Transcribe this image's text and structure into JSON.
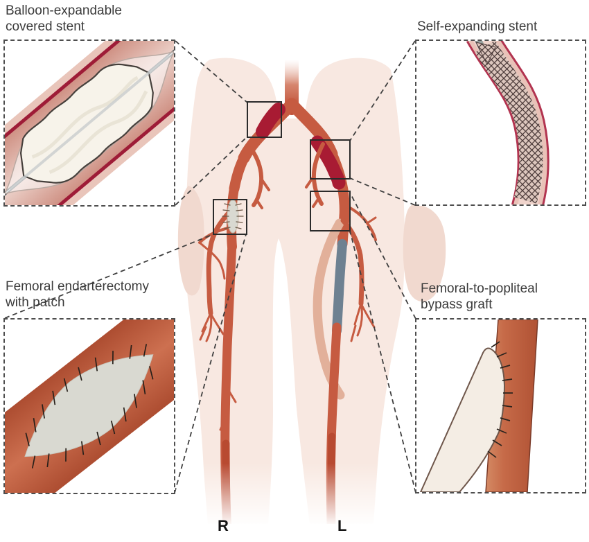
{
  "panels": {
    "balloon_stent": {
      "label": "Balloon-expandable\ncovered stent"
    },
    "self_expanding_stent": {
      "label": "Self-expanding stent"
    },
    "endarterectomy": {
      "label": "Femoral endarterectomy\nwith patch"
    },
    "bypass_graft": {
      "label": "Femoral-to-popliteal\nbypass graft"
    }
  },
  "body": {
    "right_leg_label": "R",
    "left_leg_label": "L"
  },
  "colors": {
    "artery": "#c65b41",
    "stenosis": "#a81b33",
    "bypass_graft": "#6e8191",
    "occluded_artery": "#e2b09a",
    "body_silhouette": "#f8e8e1",
    "hand_silhouette": "#f1d9cf",
    "patch": "#d9d9d1",
    "graft_cream": "#f4ede4",
    "label_text": "#3b3b3b",
    "leader_line": "#3f3f3f"
  }
}
